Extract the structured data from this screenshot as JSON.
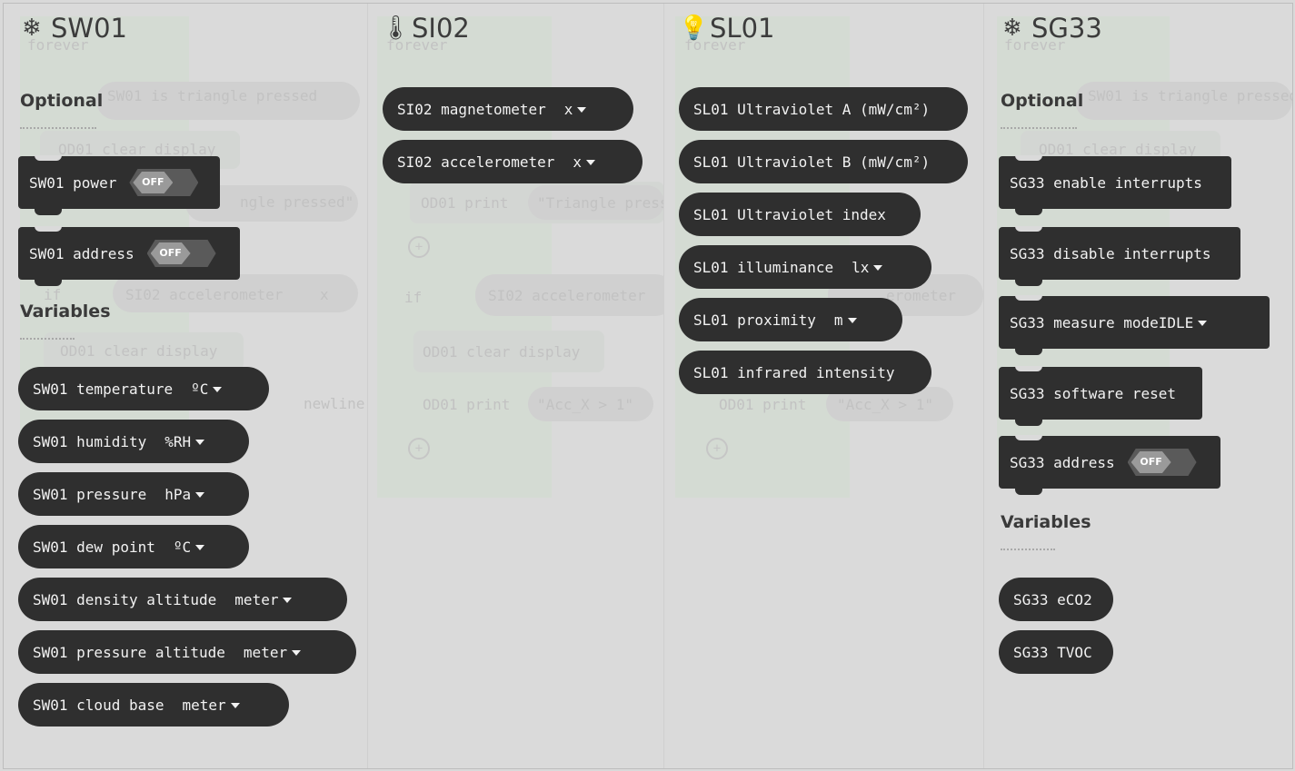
{
  "panels": {
    "sw01": {
      "title": "SW01",
      "icon": "snowflake-icon",
      "optional_label": "Optional",
      "variables_label": "Variables",
      "statements": [
        {
          "text": "SW01 power",
          "toggle": "OFF"
        },
        {
          "text": "SW01 address",
          "toggle": "OFF"
        }
      ],
      "reporters": [
        {
          "text": "SW01 temperature",
          "unit": "ºC"
        },
        {
          "text": "SW01 humidity",
          "unit": "%RH"
        },
        {
          "text": "SW01 pressure",
          "unit": "hPa"
        },
        {
          "text": "SW01 dew point",
          "unit": "ºC"
        },
        {
          "text": "SW01 density altitude",
          "unit": "meter"
        },
        {
          "text": "SW01 pressure altitude",
          "unit": "meter"
        },
        {
          "text": "SW01 cloud base",
          "unit": "meter"
        }
      ]
    },
    "si02": {
      "title": "SI02",
      "icon": "thermometer-icon",
      "reporters": [
        {
          "text": "SI02 magnetometer",
          "unit": "x"
        },
        {
          "text": "SI02 accelerometer",
          "unit": "x"
        }
      ]
    },
    "sl01": {
      "title": "SL01",
      "icon": "lightbulb-icon",
      "reporters": [
        {
          "text": "SL01 Ultraviolet A (mW/cm²)",
          "unit": ""
        },
        {
          "text": "SL01 Ultraviolet B (mW/cm²)",
          "unit": ""
        },
        {
          "text": "SL01 Ultraviolet index",
          "unit": ""
        },
        {
          "text": "SL01 illuminance",
          "unit": "lx"
        },
        {
          "text": "SL01 proximity",
          "unit": "m"
        },
        {
          "text": "SL01 infrared intensity",
          "unit": ""
        }
      ]
    },
    "sg33": {
      "title": "SG33",
      "icon": "snowflake-icon",
      "optional_label": "Optional",
      "variables_label": "Variables",
      "statements": [
        {
          "text": "SG33 enable interrupts"
        },
        {
          "text": "SG33 disable interrupts"
        },
        {
          "text": "SG33 measure mode",
          "unit": "IDLE"
        },
        {
          "text": "SG33 software reset"
        },
        {
          "text": "SG33 address",
          "toggle": "OFF"
        }
      ],
      "reporters": [
        {
          "text": "SG33 eCO2"
        },
        {
          "text": "SG33 TVOC"
        }
      ]
    }
  },
  "background_blocks": {
    "forever": "forever",
    "is_triangle": "SW01 is triangle pressed",
    "clear_display": "OD01 clear display",
    "print": "OD01 print",
    "triangle_pressed_str": "\"Triangle pressed\"",
    "if_label": "if",
    "accelerometer": "SI02 accelerometer",
    "acc_str": "\"Acc_X > 1\"",
    "newline": "newline",
    "x": "x"
  },
  "colors": {
    "block": "#2f2f2f",
    "background": "#dadada",
    "text": "#f2f2f2"
  }
}
